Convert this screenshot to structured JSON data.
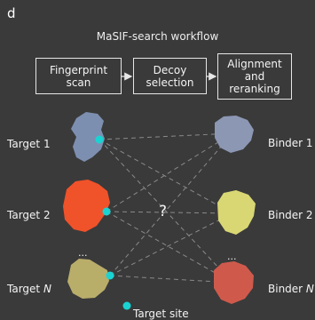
{
  "panel_letter": "d",
  "workflow": {
    "title": "MaSIF-search workflow",
    "steps": [
      {
        "lines": [
          "Fingerprint",
          "scan"
        ]
      },
      {
        "lines": [
          "Decoy",
          "selection"
        ]
      },
      {
        "lines": [
          "Alignment",
          "and",
          "reranking"
        ]
      }
    ]
  },
  "targets": [
    {
      "label": "Target 1",
      "color": "#7d8fb0"
    },
    {
      "label": "Target 2",
      "color": "#f0522a"
    },
    {
      "label_prefix": "Target ",
      "label_var": "N",
      "color": "#b9ad6a"
    }
  ],
  "binders": [
    {
      "label": "Binder 1",
      "color": "#8c97b4"
    },
    {
      "label": "Binder 2",
      "color": "#d9d774"
    },
    {
      "label_prefix": "Binder ",
      "label_var": "N",
      "color": "#cf5a4c"
    }
  ],
  "question_mark": "?",
  "ellipsis": "...",
  "legend": {
    "label": "Target site",
    "color": "#19d3d3"
  }
}
